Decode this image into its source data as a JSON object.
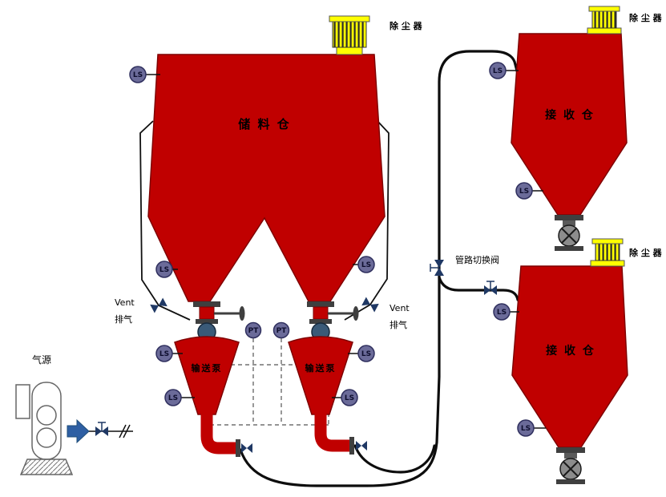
{
  "diagram": {
    "type": "pneumatic-conveying-system-pid",
    "colors": {
      "vessel_red": "#C00000",
      "vessel_outline": "#7F0000",
      "dust_collector_yellow": "#FFFF00",
      "sensor_fill": "#6B6B99",
      "sensor_outline": "#2F2F5E",
      "pipe_black": "#0D0D0D",
      "valve_dark_blue": "#1F3864",
      "flow_arrow_blue": "#2E5FA3",
      "metal_gray": "#3F3F3F",
      "rotary_valve_gray": "#8C8C8C"
    },
    "labels": {
      "storage_silo": "储 料 仓",
      "receiving_silo_top": "接 收 仓",
      "receiving_silo_bottom": "接 收 仓",
      "dust_collector_storage": "除 尘 器",
      "dust_collector_top": "除 尘 器",
      "dust_collector_bottom": "除 尘 器",
      "vent_left": "Vent",
      "vent_exhaust_left": "排气",
      "vent_right": "Vent",
      "vent_exhaust_right": "排气",
      "pump_left": "输送泵",
      "pump_right": "输送泵",
      "air_source": "气源",
      "switch_valve": "管路切换阀"
    },
    "sensors": {
      "level_switch": "LS",
      "pressure_transmitter": "PT"
    }
  }
}
